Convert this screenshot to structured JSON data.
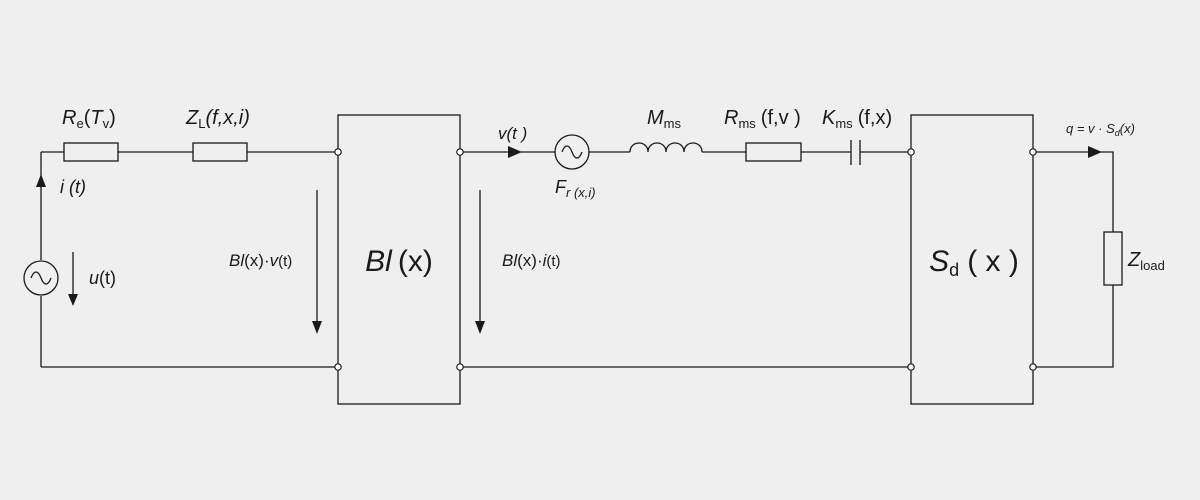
{
  "background": "#efefef",
  "stroke": "#1a1a1a",
  "labels": {
    "re_main": "R",
    "re_sub": "e",
    "re_arg_open": "(",
    "re_arg_var": "T",
    "re_arg_sub": "v",
    "re_arg_close": ")",
    "zl_main": "Z",
    "zl_sub": "L",
    "zl_arg": "(f,x,i)",
    "i_t": "i (t)",
    "u_main": "u",
    "u_arg": "(t)",
    "blv_var": "Bl",
    "blv_mid": "(x)·",
    "blv_v": "v",
    "blv_end": "(t)",
    "bl_main": "Bl",
    "bl_arg": "(x)",
    "bli_var": "Bl",
    "bli_mid": "(x)·",
    "bli_i": "i",
    "bli_end": "(t)",
    "v_t": "v(t )",
    "fr_main": "F",
    "fr_sub": "r (x,i)",
    "mms_main": "M",
    "mms_sub": "ms",
    "rms_main": "R",
    "rms_sub": "ms",
    "rms_arg": "(f,v )",
    "kms_main": "K",
    "kms_sub": "ms",
    "kms_arg": "(f,x)",
    "sd_main": "S",
    "sd_sub": "d",
    "sd_arg": "( x )",
    "q_pre": "q = v · S",
    "q_sub": "d",
    "q_arg": "(x)",
    "zload_main": "Z",
    "zload_sub": "load"
  }
}
